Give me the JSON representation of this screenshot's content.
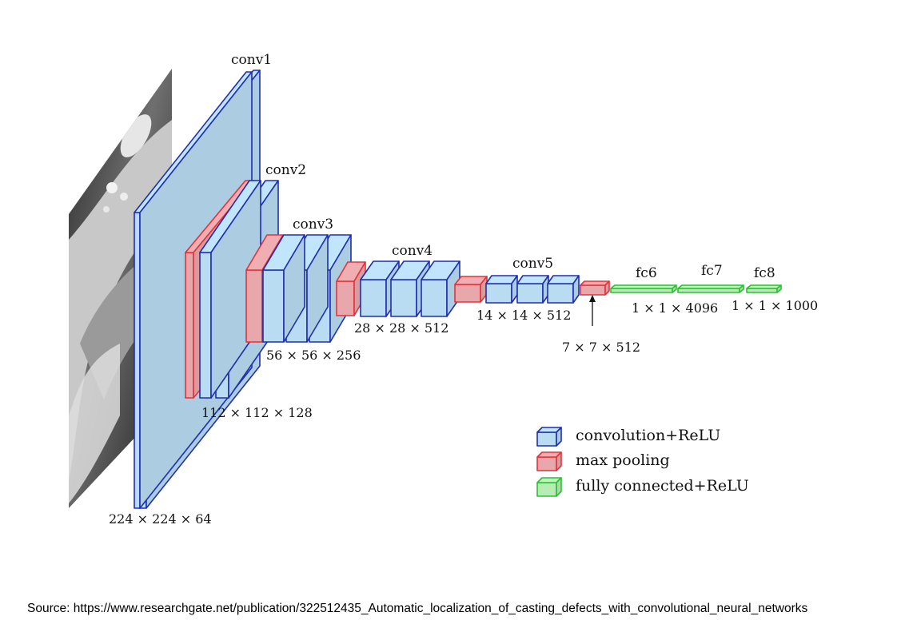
{
  "layer_labels": {
    "conv1": "conv1",
    "conv2": "conv2",
    "conv3": "conv3",
    "conv4": "conv4",
    "conv5": "conv5",
    "fc6": "fc6",
    "fc7": "fc7",
    "fc8": "fc8"
  },
  "dimension_labels": {
    "conv1": "224 × 224 × 64",
    "conv2": "112 × 112 × 128",
    "conv3": "56 × 56 × 256",
    "conv4": "28 × 28 × 512",
    "conv5": "14 × 14 × 512",
    "pool5": "7 × 7 × 512",
    "fc67": "1 × 1 × 4096",
    "fc8": "1 × 1 × 1000"
  },
  "legend": {
    "convolution": "convolution+ReLU",
    "pooling": "max pooling",
    "fully_connected": "fully connected+ReLU"
  },
  "colors": {
    "conv_fill": "#b9dcf2",
    "conv_stroke": "#1f2fb0",
    "pool_fill": "#e8a7ab",
    "pool_stroke": "#e0343c",
    "fc_fill": "#b7ecb4",
    "fc_stroke": "#2dbf35"
  },
  "source": "Source: https://www.researchgate.net/publication/322512435_Automatic_localization_of_casting_defects_with_convolutional_neural_networks"
}
